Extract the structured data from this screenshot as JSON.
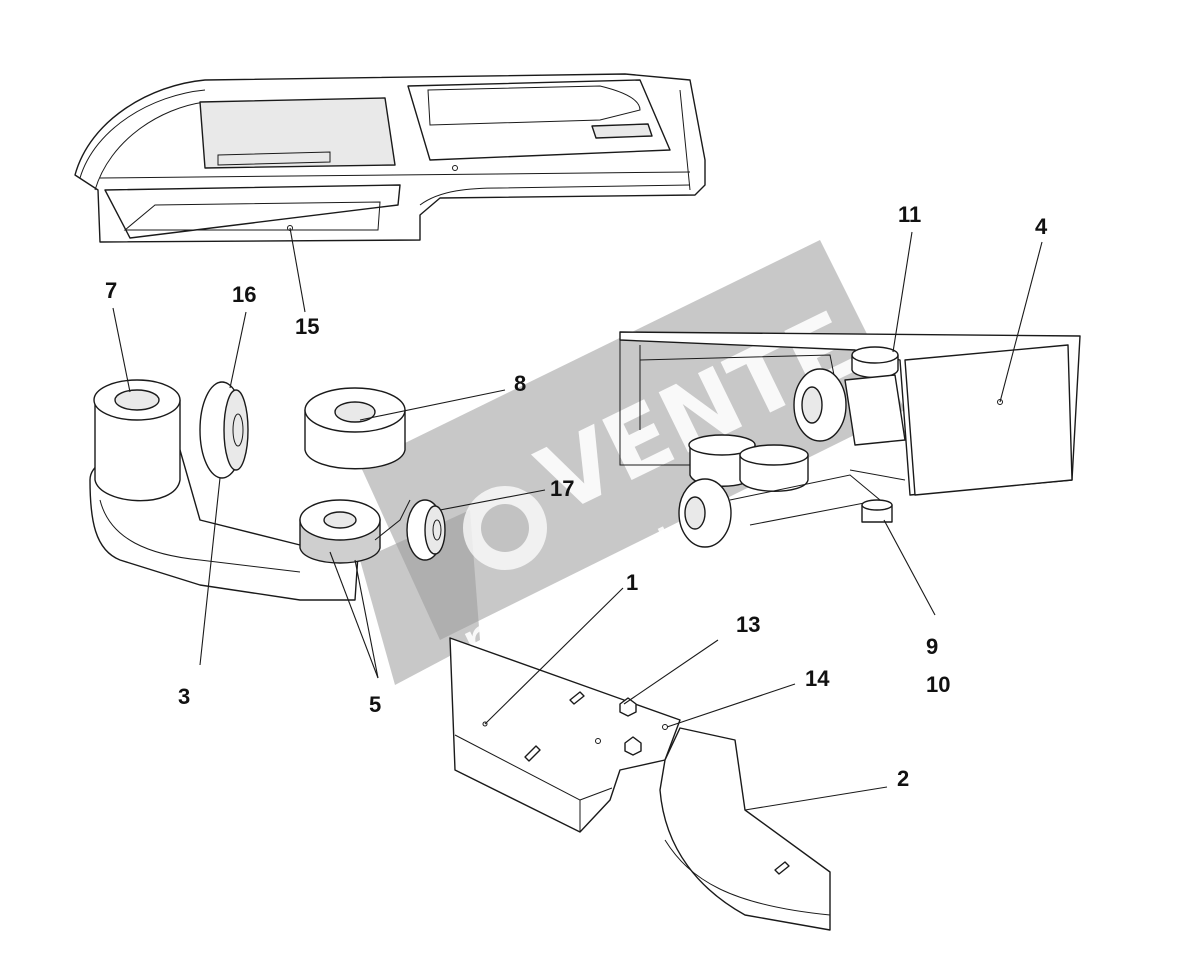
{
  "diagram": {
    "callouts": [
      {
        "id": "c1",
        "label": "1"
      },
      {
        "id": "c2",
        "label": "2"
      },
      {
        "id": "c3",
        "label": "3"
      },
      {
        "id": "c4",
        "label": "4"
      },
      {
        "id": "c5",
        "label": "5"
      },
      {
        "id": "c7",
        "label": "7"
      },
      {
        "id": "c8",
        "label": "8"
      },
      {
        "id": "c9",
        "label": "9"
      },
      {
        "id": "c10",
        "label": "10"
      },
      {
        "id": "c11",
        "label": "11"
      },
      {
        "id": "c13",
        "label": "13"
      },
      {
        "id": "c14",
        "label": "14"
      },
      {
        "id": "c15",
        "label": "15"
      },
      {
        "id": "c16",
        "label": "16"
      },
      {
        "id": "c17",
        "label": "17"
      }
    ]
  },
  "watermark": {
    "brand": "VENTE",
    "domain": "movente"
  }
}
